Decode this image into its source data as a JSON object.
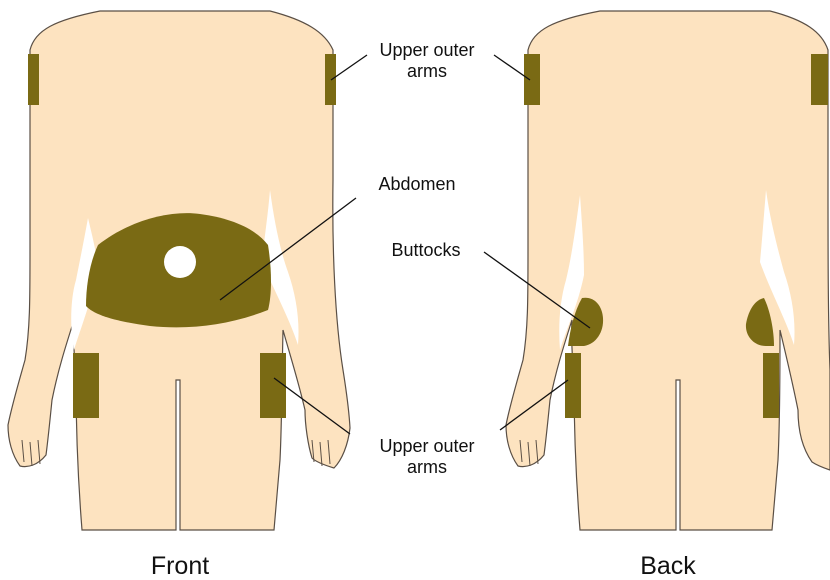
{
  "colors": {
    "skin": "#fde3c0",
    "outline": "#5a4f45",
    "site": "#7a6a14",
    "navel": "#ffffff"
  },
  "labels": {
    "upper_outer_arms_top": {
      "line1": "Upper outer",
      "line2": "arms"
    },
    "abdomen": "Abdomen",
    "buttocks": "Buttocks",
    "upper_outer_arms_bottom": {
      "line1": "Upper outer",
      "line2": "arms"
    }
  },
  "captions": {
    "front": "Front",
    "back": "Back"
  }
}
